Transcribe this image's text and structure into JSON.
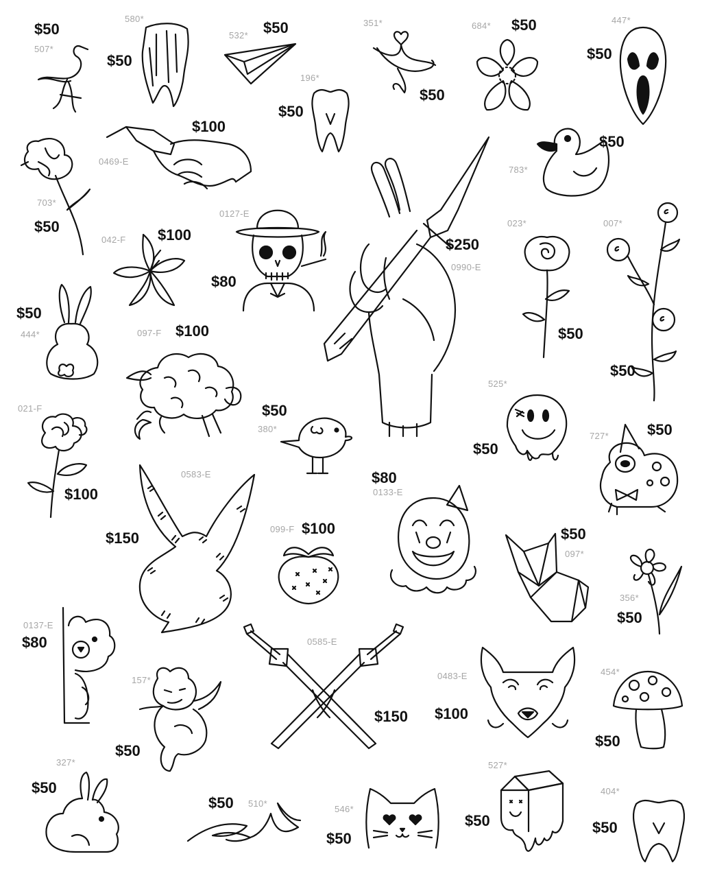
{
  "flashes": [
    {
      "id": "heron",
      "icon": "heron-icon",
      "price": "$50",
      "code": "507*"
    },
    {
      "id": "molar",
      "icon": "molar-tooth-icon",
      "price": "$50",
      "code": "580*"
    },
    {
      "id": "paper-plane",
      "icon": "paper-plane-icon",
      "price": "$50",
      "code": "532*"
    },
    {
      "id": "tooth-small",
      "icon": "tooth-icon",
      "price": "$50",
      "code": "196*"
    },
    {
      "id": "heart-swirl",
      "icon": "heart-swirl-icon",
      "price": "$50",
      "code": "351*"
    },
    {
      "id": "cherry-blossom",
      "icon": "cherry-blossom-icon",
      "price": "$50",
      "code": "684*"
    },
    {
      "id": "ghostface",
      "icon": "ghostface-mask-icon",
      "price": "$50",
      "code": "447*"
    },
    {
      "id": "poppy",
      "icon": "poppy-flower-icon",
      "price": "$50",
      "code": "703*"
    },
    {
      "id": "handshake",
      "icon": "handshake-icon",
      "price": "$100",
      "code": "0469-E"
    },
    {
      "id": "rubber-duck",
      "icon": "rubber-duck-icon",
      "price": "$50",
      "code": "783*"
    },
    {
      "id": "lily",
      "icon": "lily-icon",
      "price": "$100",
      "code": "042-F"
    },
    {
      "id": "skeleton-hat",
      "icon": "skeleton-bowler-hat-icon",
      "price": "$80",
      "code": "0127-E"
    },
    {
      "id": "hand-knife",
      "icon": "hand-with-knife-icon",
      "price": "$250",
      "code": "0990-E"
    },
    {
      "id": "rose",
      "icon": "rose-icon",
      "price": "$50",
      "code": "023*"
    },
    {
      "id": "rose-vine",
      "icon": "rose-vine-icon",
      "price": "$50",
      "code": "007*"
    },
    {
      "id": "bunny-back",
      "icon": "bunny-back-icon",
      "price": "$50",
      "code": "444*"
    },
    {
      "id": "sheep-moon",
      "icon": "sheep-moon-icon",
      "price": "$100",
      "code": "097-F"
    },
    {
      "id": "bird",
      "icon": "bird-icon",
      "price": "$50",
      "code": "380*"
    },
    {
      "id": "melting-smiley",
      "icon": "melting-smiley-icon",
      "price": "$50",
      "code": "525*"
    },
    {
      "id": "frog-hat",
      "icon": "frog-party-hat-icon",
      "price": "$50",
      "code": "727*"
    },
    {
      "id": "bouquet",
      "icon": "bouquet-icon",
      "price": "$100",
      "code": "021-F"
    },
    {
      "id": "barbed-bunny",
      "icon": "barbed-wire-bunny-icon",
      "price": "$150",
      "code": "0583-E"
    },
    {
      "id": "clown",
      "icon": "clown-face-icon",
      "price": "$80",
      "code": "0133-E"
    },
    {
      "id": "strawberry",
      "icon": "strawberry-icon",
      "price": "$100",
      "code": "099-F"
    },
    {
      "id": "geo-cat",
      "icon": "geometric-cat-icon",
      "price": "$50",
      "code": "097*"
    },
    {
      "id": "daisy",
      "icon": "daisy-icon",
      "price": "$50",
      "code": "356*"
    },
    {
      "id": "teddy-bear",
      "icon": "teddy-bear-icon",
      "price": "$80",
      "code": "0137-E"
    },
    {
      "id": "daggers",
      "icon": "crossed-daggers-icon",
      "price": "$150",
      "code": "0585-E"
    },
    {
      "id": "imp",
      "icon": "imp-icon",
      "price": "$50",
      "code": "157*"
    },
    {
      "id": "fox",
      "icon": "fox-head-icon",
      "price": "$100",
      "code": "0483-E"
    },
    {
      "id": "mushroom",
      "icon": "mushroom-icon",
      "price": "$50",
      "code": "454*"
    },
    {
      "id": "bunny-sit",
      "icon": "sitting-bunny-icon",
      "price": "$50",
      "code": "327*"
    },
    {
      "id": "swoosh",
      "icon": "swoosh-leaf-icon",
      "price": "$50",
      "code": "510*"
    },
    {
      "id": "heart-eye-cat",
      "icon": "heart-eyes-cat-icon",
      "price": "$50",
      "code": "546*"
    },
    {
      "id": "melting-cube",
      "icon": "melting-cube-icon",
      "price": "$50",
      "code": "527*"
    },
    {
      "id": "tooth-bottom",
      "icon": "tooth-icon",
      "price": "$50",
      "code": "404*"
    }
  ]
}
